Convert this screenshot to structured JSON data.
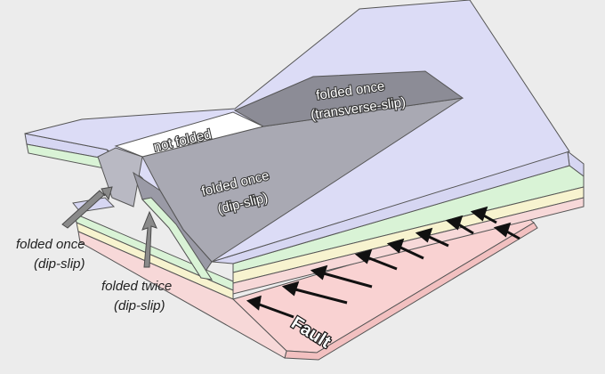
{
  "labels": {
    "not_folded": "not folded",
    "folded_once_transverse_line1": "folded once",
    "folded_once_transverse_line2": "(transverse-slip)",
    "folded_once_dip_line1": "folded once",
    "folded_once_dip_line2": "(dip-slip)",
    "left_callout_line1": "folded once",
    "left_callout_line2": "(dip-slip)",
    "center_callout_line1": "folded twice",
    "center_callout_line2": "(dip-slip)",
    "fault": "Fault"
  },
  "colors": {
    "background": "#ececec",
    "top_surface": "#dcdcf6",
    "layer_lavender": "#d6d6f2",
    "layer_green": "#d9f3d6",
    "layer_yellow": "#f7f3cf",
    "layer_pink": "#f7d8d8",
    "fault_plane": "#f9cfcf",
    "fold_zone_gray": "#a9a9b3",
    "fold_zone_dark": "#8c8c96",
    "arrow": "#111111"
  }
}
